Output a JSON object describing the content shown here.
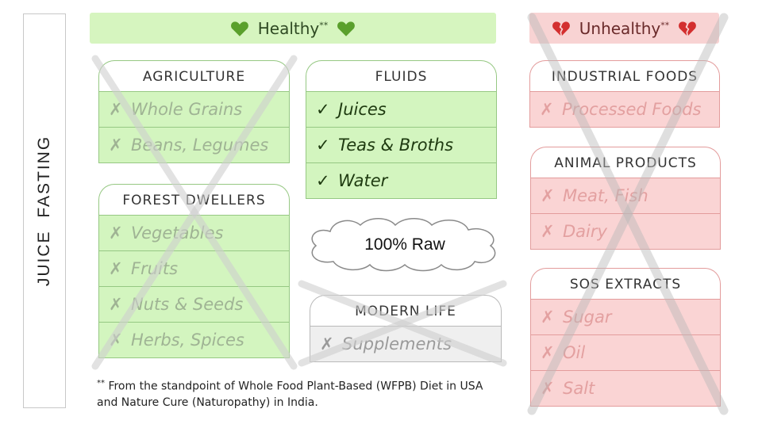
{
  "side_title": "JUICE FASTING",
  "healthy_banner": {
    "label": "Healthy",
    "mark": "**",
    "color": "#d6f5bf"
  },
  "unhealthy_banner": {
    "label": "Unhealthy",
    "mark": "**",
    "color": "#f8d3d3"
  },
  "groups": {
    "agriculture": {
      "title": "AGRICULTURE",
      "items": [
        "Whole Grains",
        "Beans, Legumes"
      ],
      "crossed_out": true
    },
    "forest": {
      "title": "FOREST DWELLERS",
      "items": [
        "Vegetables",
        "Fruits",
        "Nuts & Seeds",
        "Herbs, Spices"
      ],
      "crossed_out": true
    },
    "fluids": {
      "title": "FLUIDS",
      "items": [
        "Juices",
        "Teas & Broths",
        "Water"
      ],
      "crossed_out": false
    },
    "modern": {
      "title": "MODERN LIFE",
      "items": [
        "Supplements"
      ],
      "crossed_out": true
    },
    "industrial": {
      "title": "INDUSTRIAL FOODS",
      "items": [
        "Processed Foods"
      ],
      "crossed_out": true
    },
    "animal": {
      "title": "ANIMAL PRODUCTS",
      "items": [
        "Meat, Fish",
        "Dairy"
      ],
      "crossed_out": true
    },
    "sos": {
      "title": "SOS EXTRACTS",
      "items": [
        "Sugar",
        "Oil",
        "Salt"
      ],
      "crossed_out": true
    }
  },
  "marks": {
    "check": "✓",
    "cross": "✗"
  },
  "cloud_label": "100% Raw",
  "footnote": {
    "mark": "**",
    "line1": "From the standpoint of Whole Food Plant-Based (WFPB) Diet in USA",
    "line2": "and Nature Cure (Naturopathy) in India."
  },
  "colors": {
    "healthy_fill": "#d3f5bf",
    "healthy_border": "#96c883",
    "unhealthy_fill": "#fad4d4",
    "unhealthy_border": "#e39c9c",
    "neutral_fill": "#efefef",
    "cross_stroke": "#d9d9d9"
  },
  "icons": {
    "healthy": "green-heart-icon",
    "unhealthy": "broken-heart-icon"
  }
}
